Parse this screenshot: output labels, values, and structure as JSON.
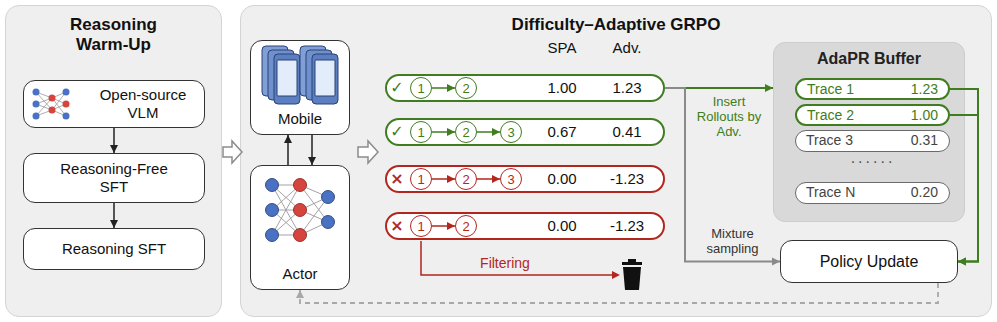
{
  "diagram": {
    "nodes": [
      {
        "text": [
          "Reasoning Warm-Up"
        ]
      },
      {
        "text": [
          "Open-source VLM"
        ],
        "in": 0
      },
      {
        "text": [
          "Reasoning-Free SFT"
        ],
        "in": 0
      },
      {
        "text": [
          "Reasoning SFT"
        ],
        "in": 0
      },
      {
        "text": [
          "Difficulty–Adaptive GRPO"
        ]
      },
      {
        "text": [
          "Mobile"
        ],
        "in": 4
      },
      {
        "text": [
          "Actor"
        ],
        "in": 4
      },
      {
        "text": [
          "✓",
          "1.00",
          "1.23"
        ],
        "in": 4
      },
      {
        "text": [
          "1"
        ],
        "in": 7
      },
      {
        "text": [
          "2"
        ],
        "in": 7
      },
      {
        "text": [
          "✓",
          "0.67",
          "0.41"
        ],
        "in": 4
      },
      {
        "text": [
          "1"
        ],
        "in": 10
      },
      {
        "text": [
          "2"
        ],
        "in": 10
      },
      {
        "text": [
          "3"
        ],
        "in": 10
      },
      {
        "text": [
          "×",
          "0.00",
          "-1.23"
        ],
        "in": 4
      },
      {
        "text": [
          "1"
        ],
        "in": 14
      },
      {
        "text": [
          "2"
        ],
        "in": 14
      },
      {
        "text": [
          "3"
        ],
        "in": 14
      },
      {
        "text": [
          "×",
          "0.00",
          "-1.23"
        ],
        "in": 4
      },
      {
        "text": [
          "1"
        ],
        "in": 18
      },
      {
        "text": [
          "2"
        ],
        "in": 18
      },
      {
        "text": [
          "AdaPR Buffer"
        ],
        "in": 4
      },
      {
        "text": [
          "Trace 1",
          "1.23"
        ],
        "in": 21
      },
      {
        "text": [
          "Trace 2",
          "1.00"
        ],
        "in": 21
      },
      {
        "text": [
          "Trace 3",
          "0.31"
        ],
        "in": 21
      },
      {
        "text": [
          "Trace N",
          "0.20"
        ],
        "in": 21
      },
      {
        "text": [
          "Policy Update"
        ],
        "in": 4
      }
    ],
    "edges": [
      {
        "from": 1,
        "to": 2,
        "arrow": "to"
      },
      {
        "from": 2,
        "to": 3,
        "arrow": "to"
      },
      {
        "from": 5,
        "to": 6,
        "arrow": "to"
      },
      {
        "from": 6,
        "to": 5,
        "arrow": "to"
      },
      {
        "from": 8,
        "to": 9,
        "arrow": "to"
      },
      {
        "from": 11,
        "to": 12,
        "arrow": "to"
      },
      {
        "from": 12,
        "to": 13,
        "arrow": "to"
      },
      {
        "from": 15,
        "to": 16,
        "arrow": "to"
      },
      {
        "from": 16,
        "to": 17,
        "arrow": "to"
      },
      {
        "from": 19,
        "to": 20,
        "arrow": "to"
      },
      {
        "from": 7,
        "to": 21,
        "label": "Insert Rollouts by Adv.",
        "arrow": "to"
      },
      {
        "from": 7,
        "to": 26,
        "label": "Mixture sampling",
        "arrow": "to"
      },
      {
        "from": 22,
        "to": 26,
        "arrow": "to"
      },
      {
        "from": 23,
        "to": 26,
        "arrow": "to"
      },
      {
        "from": 26,
        "to": 6,
        "arrow": "to"
      }
    ],
    "labels": [
      "SPA",
      "Adv.",
      "Filtering",
      "......"
    ]
  }
}
